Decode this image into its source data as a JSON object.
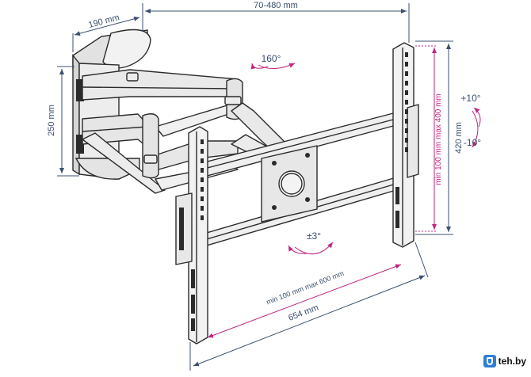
{
  "dimensions": {
    "top_width": "70-480 mm",
    "wall_plate_width": "190 mm",
    "wall_plate_height": "250 mm",
    "bracket_height": "420 mm",
    "vertical_vesa": "min 100 mm max 400 mm",
    "horizontal_vesa": "min 100 mm max 600 mm",
    "bracket_width": "654 mm"
  },
  "angles": {
    "swivel": "160°",
    "rotation": "±3°",
    "tilt_up": "+10°",
    "tilt_down": "-10°"
  },
  "watermark": {
    "site": "teh.by"
  },
  "colors": {
    "dimension_line": "#3b4f6e",
    "accent": "#c0267f",
    "metal_light": "#e9e9ea",
    "metal_dark": "#2b2b2b"
  }
}
